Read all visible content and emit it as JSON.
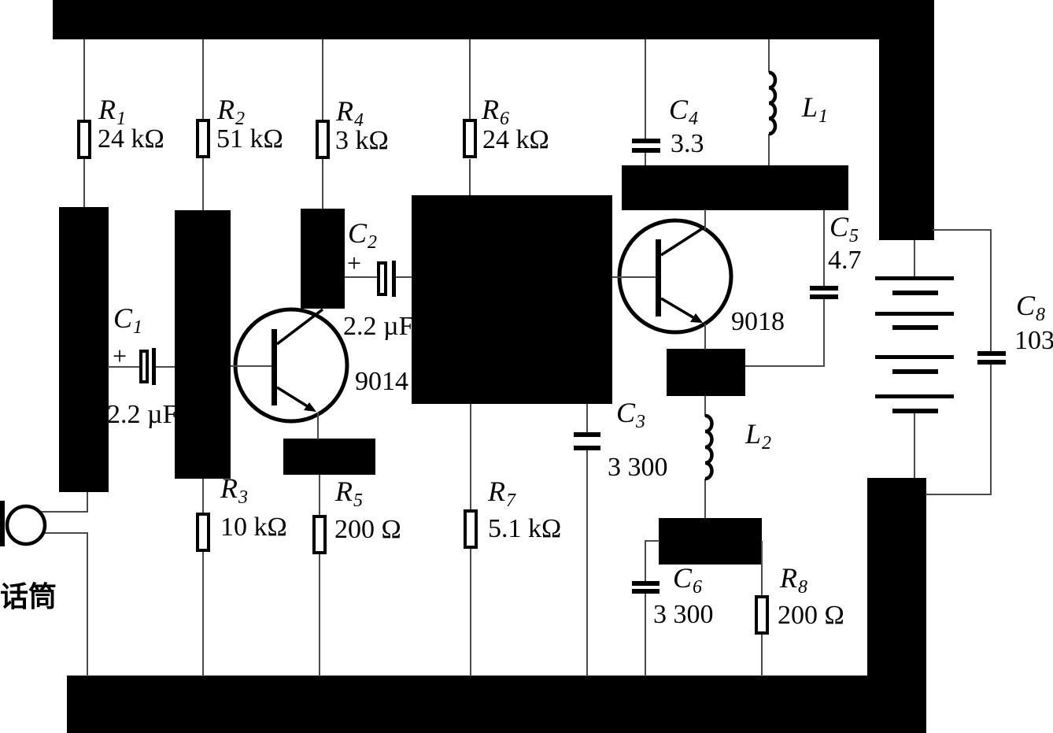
{
  "colors": {
    "ink": "#000000",
    "wire": "#4a4a4a",
    "background": "#ffffff"
  },
  "components": {
    "r1": {
      "symbol": "R",
      "sub": "1",
      "value": "24 kΩ"
    },
    "r2": {
      "symbol": "R",
      "sub": "2",
      "value": "51 kΩ"
    },
    "r3": {
      "symbol": "R",
      "sub": "3",
      "value": "10 kΩ"
    },
    "r4": {
      "symbol": "R",
      "sub": "4",
      "value": "3 kΩ"
    },
    "r5": {
      "symbol": "R",
      "sub": "5",
      "value": "200 Ω"
    },
    "r6": {
      "symbol": "R",
      "sub": "6",
      "value": "24 kΩ"
    },
    "r7": {
      "symbol": "R",
      "sub": "7",
      "value": "5.1 kΩ"
    },
    "r8": {
      "symbol": "R",
      "sub": "8",
      "value": "200 Ω"
    },
    "c1": {
      "symbol": "C",
      "sub": "1",
      "polarity": "+",
      "value": "2.2 µF"
    },
    "c2": {
      "symbol": "C",
      "sub": "2",
      "polarity": "+",
      "value": "2.2 µF"
    },
    "c3": {
      "symbol": "C",
      "sub": "3",
      "value": "3 300"
    },
    "c4": {
      "symbol": "C",
      "sub": "4",
      "value": "3.3"
    },
    "c5": {
      "symbol": "C",
      "sub": "5",
      "value": "4.7"
    },
    "c6": {
      "symbol": "C",
      "sub": "6",
      "value": "3 300"
    },
    "c8": {
      "symbol": "C",
      "sub": "8",
      "value": "103"
    },
    "l1": {
      "symbol": "L",
      "sub": "1"
    },
    "l2": {
      "symbol": "L",
      "sub": "2"
    },
    "q1": {
      "value": "9014"
    },
    "q2": {
      "value": "9018"
    },
    "microphone": {
      "label": "话筒"
    }
  }
}
